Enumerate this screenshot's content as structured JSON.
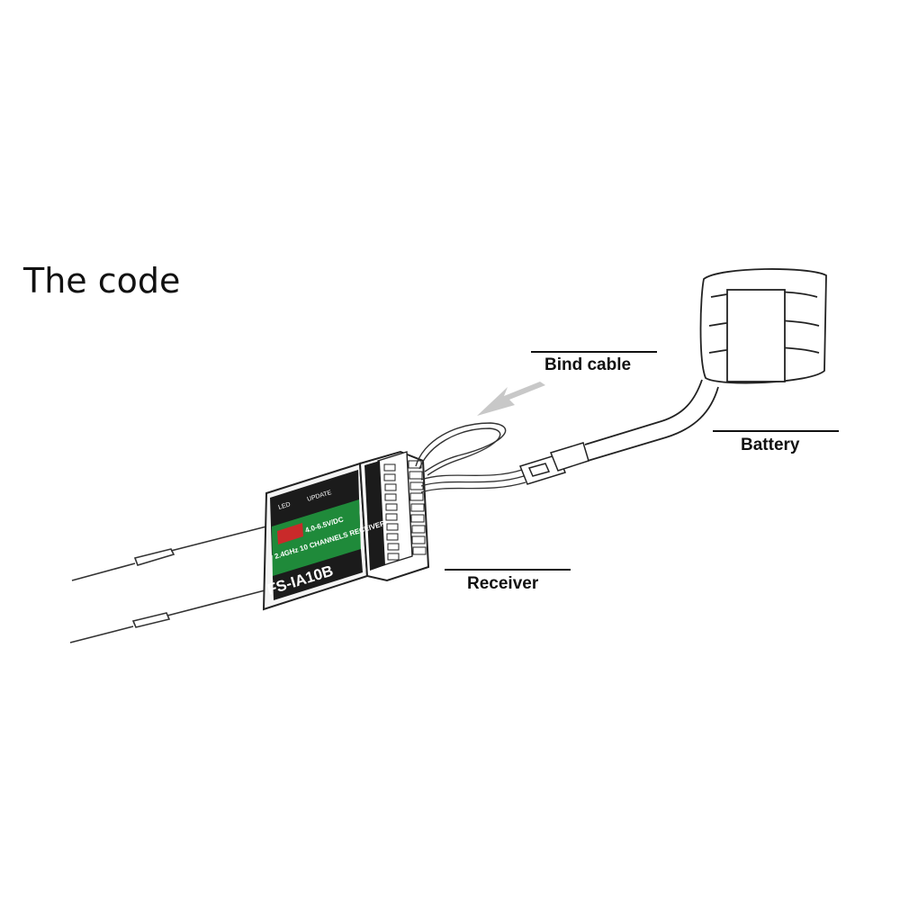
{
  "title": "The code",
  "callouts": {
    "bind_cable": "Bind cable",
    "battery": "Battery",
    "receiver": "Receiver"
  },
  "receiver_label": {
    "model": "FS-IA10B",
    "voltage": "4.0-6.5V/DC",
    "description": "2.4GHz 10 CHANNELS RECEIVER",
    "led": "LED",
    "update": "UPDATE"
  },
  "colors": {
    "label_green": "#1f8a3a",
    "label_dark": "#1b1b1b",
    "arrow_gray": "#c8c8c8",
    "accent_orange": "#e8871e"
  }
}
